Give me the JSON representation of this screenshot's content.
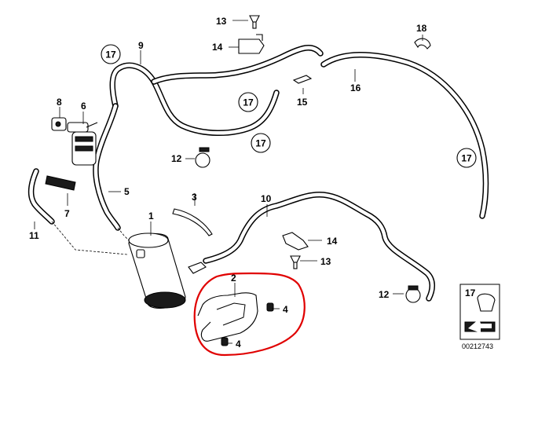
{
  "diagram": {
    "labels": {
      "p1": "1",
      "p2": "2",
      "p3": "3",
      "p4a": "4",
      "p4b": "4",
      "p5": "5",
      "p6": "6",
      "p7": "7",
      "p8": "8",
      "p9": "9",
      "p10": "10",
      "p11": "11",
      "p12a": "12",
      "p12b": "12",
      "p13a": "13",
      "p13b": "13",
      "p14a": "14",
      "p14b": "14",
      "p15": "15",
      "p16": "16",
      "p17a": "17",
      "p17b": "17",
      "p17c": "17",
      "p17d": "17",
      "p18": "18"
    },
    "legend": {
      "label": "17"
    },
    "code": "00212743",
    "highlight_color": "#e00000"
  }
}
